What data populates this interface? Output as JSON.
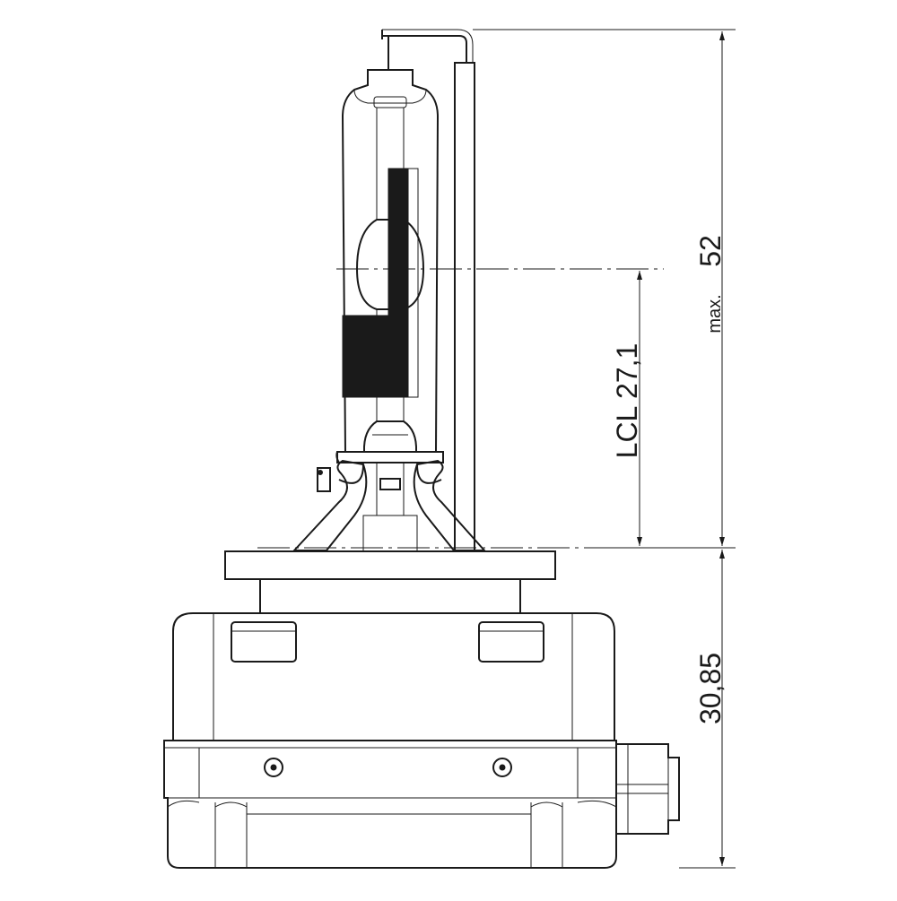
{
  "drawing": {
    "colors": {
      "line": "#1a1a1a",
      "background": "#ffffff"
    },
    "dimensions": {
      "lcl": "LCL 27,1",
      "max_label": "max.",
      "max_value": "52",
      "base_height": "30,85"
    }
  }
}
